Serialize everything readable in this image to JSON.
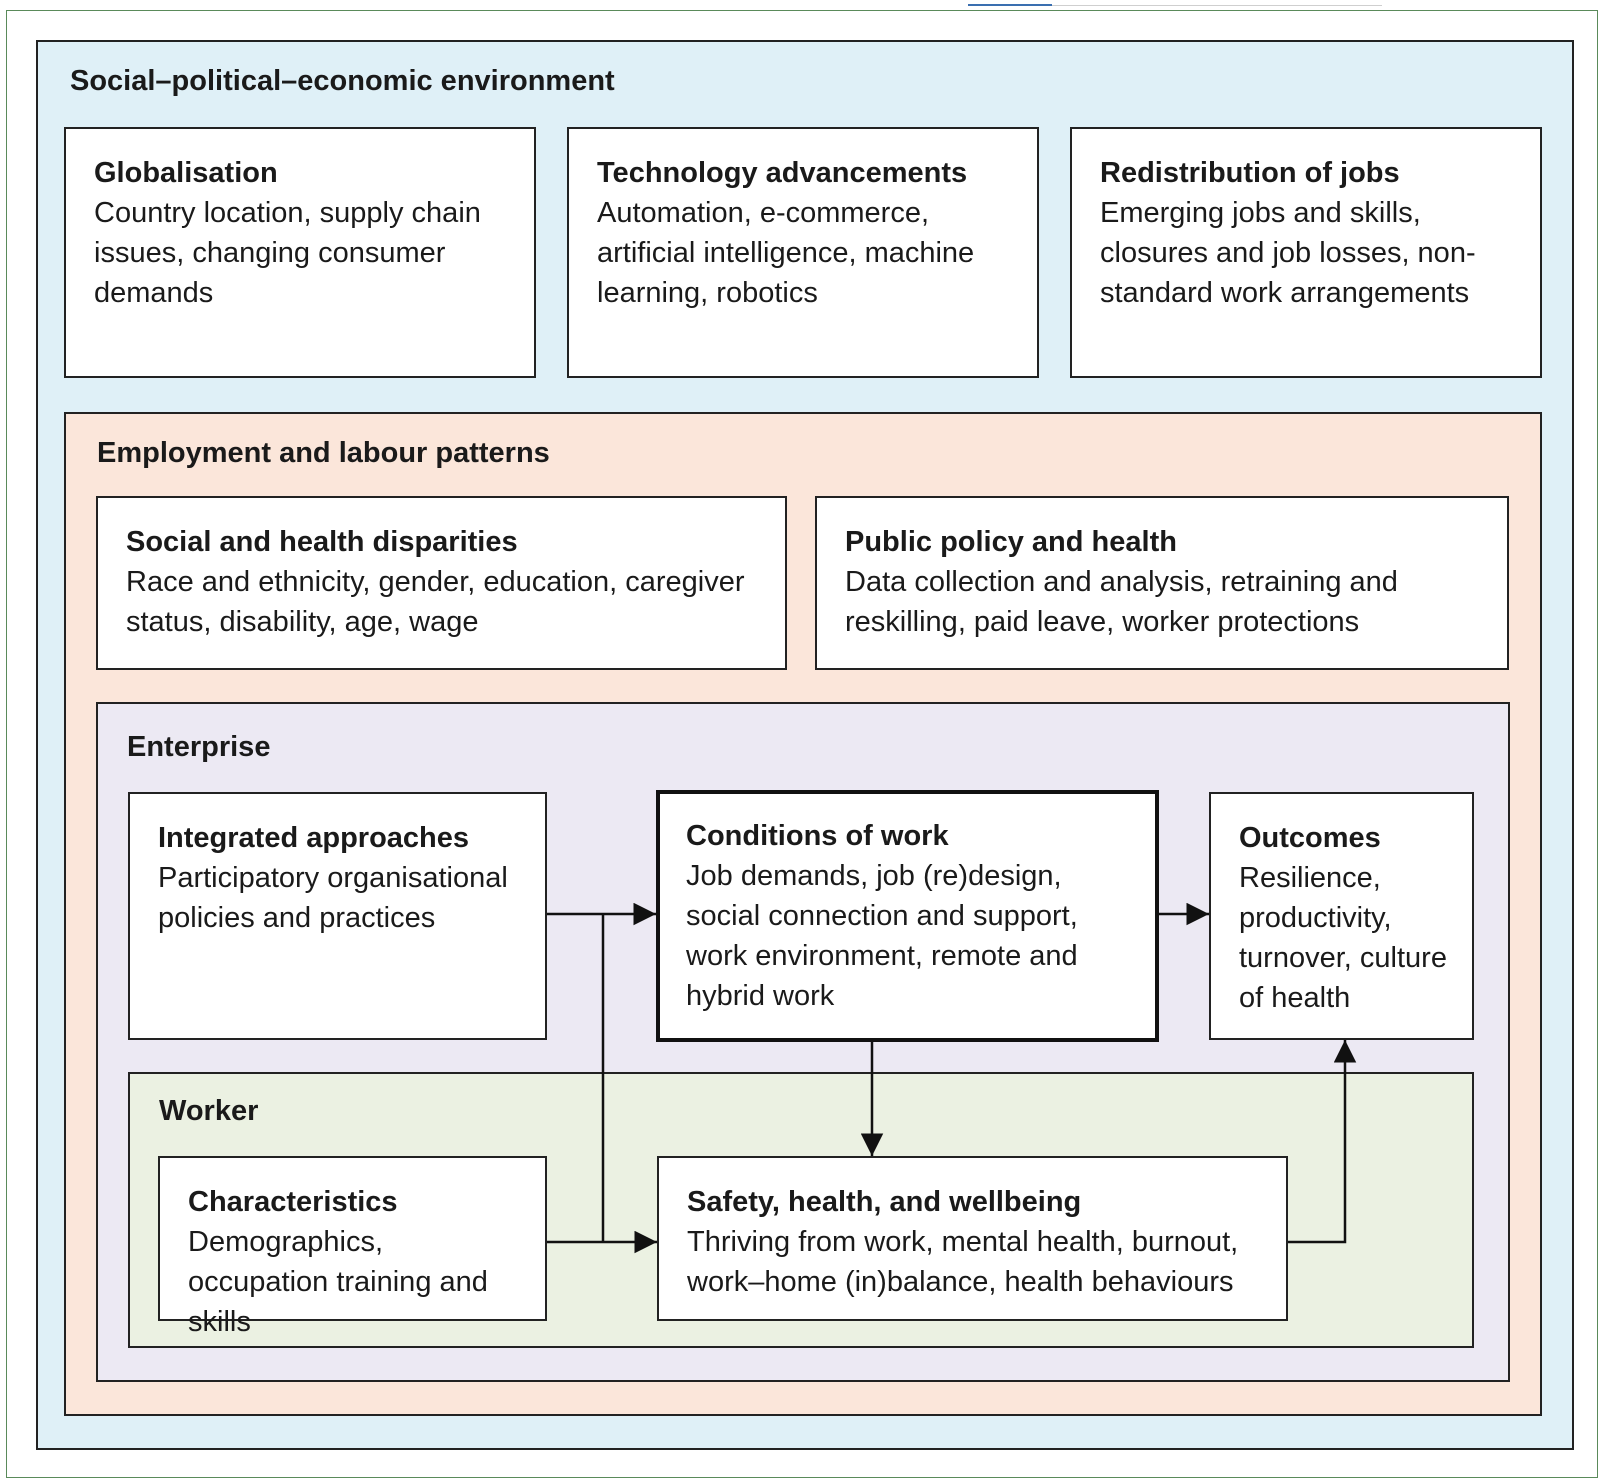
{
  "environment": {
    "title": "Social–political–economic environment",
    "boxes": {
      "globalisation": {
        "title": "Globalisation",
        "desc": "Country location, supply chain issues, changing consumer demands"
      },
      "technology": {
        "title": "Technology advancements",
        "desc": "Automation, e-commerce, artificial intelligence, machine learning, robotics"
      },
      "redistribution": {
        "title": "Redistribution of jobs",
        "desc": "Emerging jobs and skills, closures and job losses, non-standard work arrangements"
      }
    }
  },
  "labour": {
    "title": "Employment and labour patterns",
    "boxes": {
      "disparities": {
        "title": "Social and health disparities",
        "desc": "Race and ethnicity, gender, education, caregiver status, disability, age, wage"
      },
      "policy": {
        "title": "Public policy and health",
        "desc": "Data collection and analysis, retraining and reskilling, paid leave, worker protections"
      }
    }
  },
  "enterprise": {
    "title": "Enterprise",
    "boxes": {
      "integrated": {
        "title": "Integrated approaches",
        "desc": "Participatory organisational policies and practices"
      },
      "conditions": {
        "title": "Conditions of work",
        "desc": "Job demands, job (re)design, social connection and support, work environment, remote and hybrid work"
      },
      "outcomes": {
        "title": "Outcomes",
        "desc": "Resilience, productivity, turnover, culture of health"
      }
    }
  },
  "worker": {
    "title": "Worker",
    "boxes": {
      "characteristics": {
        "title": "Characteristics",
        "desc": "Demographics, occupation training and skills"
      },
      "safety": {
        "title": "Safety, health, and wellbeing",
        "desc": "Thriving from work, mental health, burnout, work–home (in)balance, health behaviours"
      }
    }
  },
  "colors": {
    "environment_bg": "#dff0f7",
    "labour_bg": "#fbe6da",
    "enterprise_bg": "#ece9f3",
    "worker_bg": "#ebf1e2"
  }
}
